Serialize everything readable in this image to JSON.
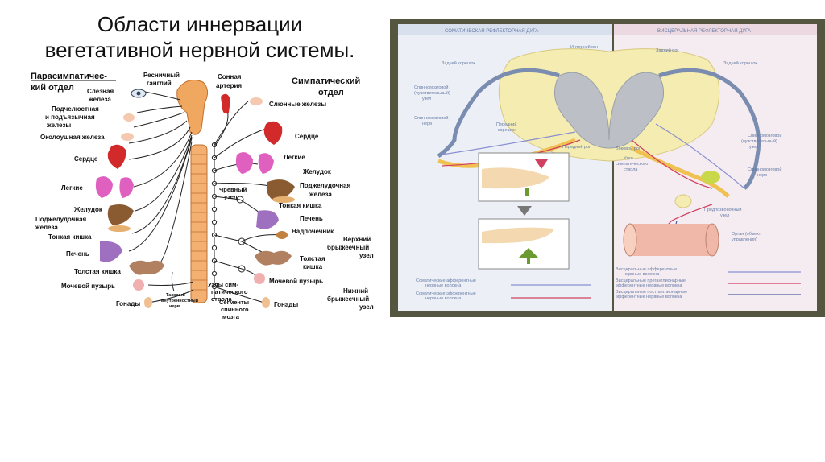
{
  "title": {
    "line1": "Области иннервации",
    "line2": "вегетативной нервной системы."
  },
  "left_diagram": {
    "parasympathetic_heading": [
      "Парасимпатичес-",
      "кий отдел"
    ],
    "sympathetic_heading": [
      "Симпатический",
      "отдел"
    ],
    "top_labels": {
      "ciliary_ganglion": [
        "Ресничный",
        "ганглий"
      ],
      "carotid_artery": [
        "Сонная",
        "артерия"
      ]
    },
    "left_organs": [
      [
        "Слезная",
        "железа"
      ],
      [
        "Подчелюстная",
        "и подъязычная",
        "железы"
      ],
      [
        "Околоушная железа"
      ],
      [
        "Сердце"
      ],
      [
        "Легкие"
      ],
      [
        "Желудок"
      ],
      [
        "Поджелудочная",
        "железа"
      ],
      [
        "Тонкая кишка"
      ],
      [
        "Печень"
      ],
      [
        "Толстая кишка"
      ],
      [
        "Мочевой пузырь"
      ],
      [
        "Гонады"
      ]
    ],
    "right_organs": [
      [
        "Слюнные железы"
      ],
      [
        "Сердце"
      ],
      [
        "Легкие"
      ],
      [
        "Желудок"
      ],
      [
        "Поджелудочная",
        "железа"
      ],
      [
        "Тонкая кишка"
      ],
      [
        "Печень"
      ],
      [
        "Надпочечник"
      ],
      [
        "Верхний",
        "брыжеечный",
        "узел"
      ],
      [
        "Толстая",
        "кишка"
      ],
      [
        "Мочевой пузырь"
      ],
      [
        "Нижний",
        "брыжеечный",
        "узел"
      ],
      [
        "Гонады"
      ]
    ],
    "center_labels": {
      "celiac_node": [
        "Чревный",
        "узел"
      ],
      "pelvic_nerve": [
        "Тазовый",
        "внутренностный",
        "нерв"
      ],
      "sympathetic_trunk": [
        "Узлы сим-",
        "патического",
        "ствола"
      ],
      "spinal_segments": [
        "Сегменты",
        "спинного",
        "мозга"
      ]
    }
  },
  "right_diagram": {
    "headers": [
      "СОМАТИЧЕСКАЯ РЕФЛЕКТОРНАЯ ДУГА",
      "ВИСЦЕРАЛЬНАЯ РЕФЛЕКТОРНАЯ ДУГА"
    ],
    "left_labels": [
      [
        "Задний корешок"
      ],
      [
        "Спинномозговой",
        "(чувствительный)",
        "узел"
      ],
      [
        "Спинномозговой",
        "нерв"
      ],
      [
        "Передний",
        "корешок"
      ],
      [
        "Передний рог"
      ]
    ],
    "top_labels": [
      [
        "Интернейрон"
      ],
      [
        "Задний рог"
      ],
      [
        "Задний корешок"
      ]
    ],
    "right_labels": [
      [
        "Спинномозговой",
        "(чувствительный)",
        "узел"
      ],
      [
        "Боковой рог"
      ],
      [
        "Узел",
        "симпатического",
        "ствола"
      ],
      [
        "Спинномозговой",
        "нерв"
      ],
      [
        "Предпозвоночный",
        "узел"
      ],
      [
        "Орган (объект",
        "управления)"
      ]
    ],
    "legend_left": [
      {
        "label": [
          "Соматические афферентные",
          "нервные волокна"
        ],
        "color": "#8a8fd0"
      },
      {
        "label": [
          "Соматические эфферентные",
          "нервные волокна"
        ],
        "color": "#d04060"
      }
    ],
    "legend_right": [
      {
        "label": [
          "Висцеральные афферентные",
          "нервные волокна"
        ],
        "color": "#8a8fd0"
      },
      {
        "label": [
          "Висцеральные преганглионарные",
          "эфферентные нервные волокна"
        ],
        "color": "#d04060"
      },
      {
        "label": [
          "Висцеральные постганглионарные",
          "эфферентные нервные волокна"
        ],
        "color": "#5060a0"
      }
    ]
  }
}
